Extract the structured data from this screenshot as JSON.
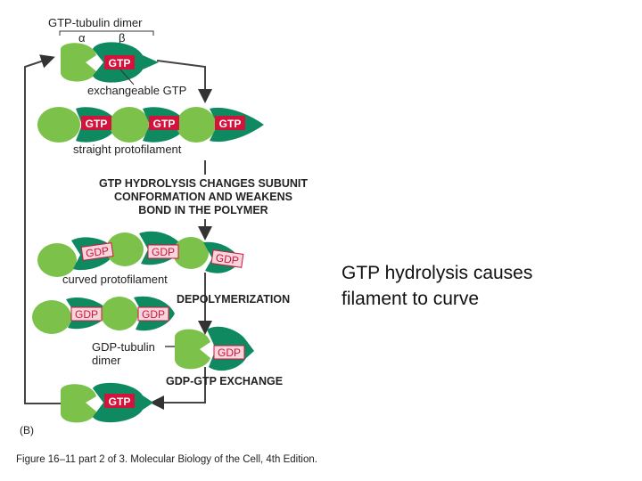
{
  "figure": {
    "panel_label": "(B)",
    "caption": "Figure 16–11 part 2 of 3. Molecular Biology of the Cell, 4th Edition.",
    "labels": {
      "dimer": "GTP-tubulin dimer",
      "alpha": "α",
      "beta": "β",
      "exchangeable": "exchangeable GTP",
      "straight": "straight protofilament",
      "hydrolysis_line1": "GTP HYDROLYSIS CHANGES SUBUNIT",
      "hydrolysis_line2": "CONFORMATION AND WEAKENS",
      "hydrolysis_line3": "BOND IN THE POLYMER",
      "curved": "curved protofilament",
      "depolymerization": "DEPOLYMERIZATION",
      "gdp_dimer_line1": "GDP-tubulin",
      "gdp_dimer_line2": "dimer",
      "exchange": "GDP-GTP EXCHANGE"
    },
    "nucleotides": {
      "gtp": "GTP",
      "gdp": "GDP"
    },
    "colors": {
      "alpha_subunit": "#7cc24a",
      "beta_subunit": "#0f8a60",
      "gtp_tag": "#d2143c",
      "gdp_tag": "#f4d6dc",
      "arrow": "#333333"
    }
  },
  "side_text": {
    "line1": "GTP hydrolysis causes",
    "line2": "filament to curve"
  }
}
